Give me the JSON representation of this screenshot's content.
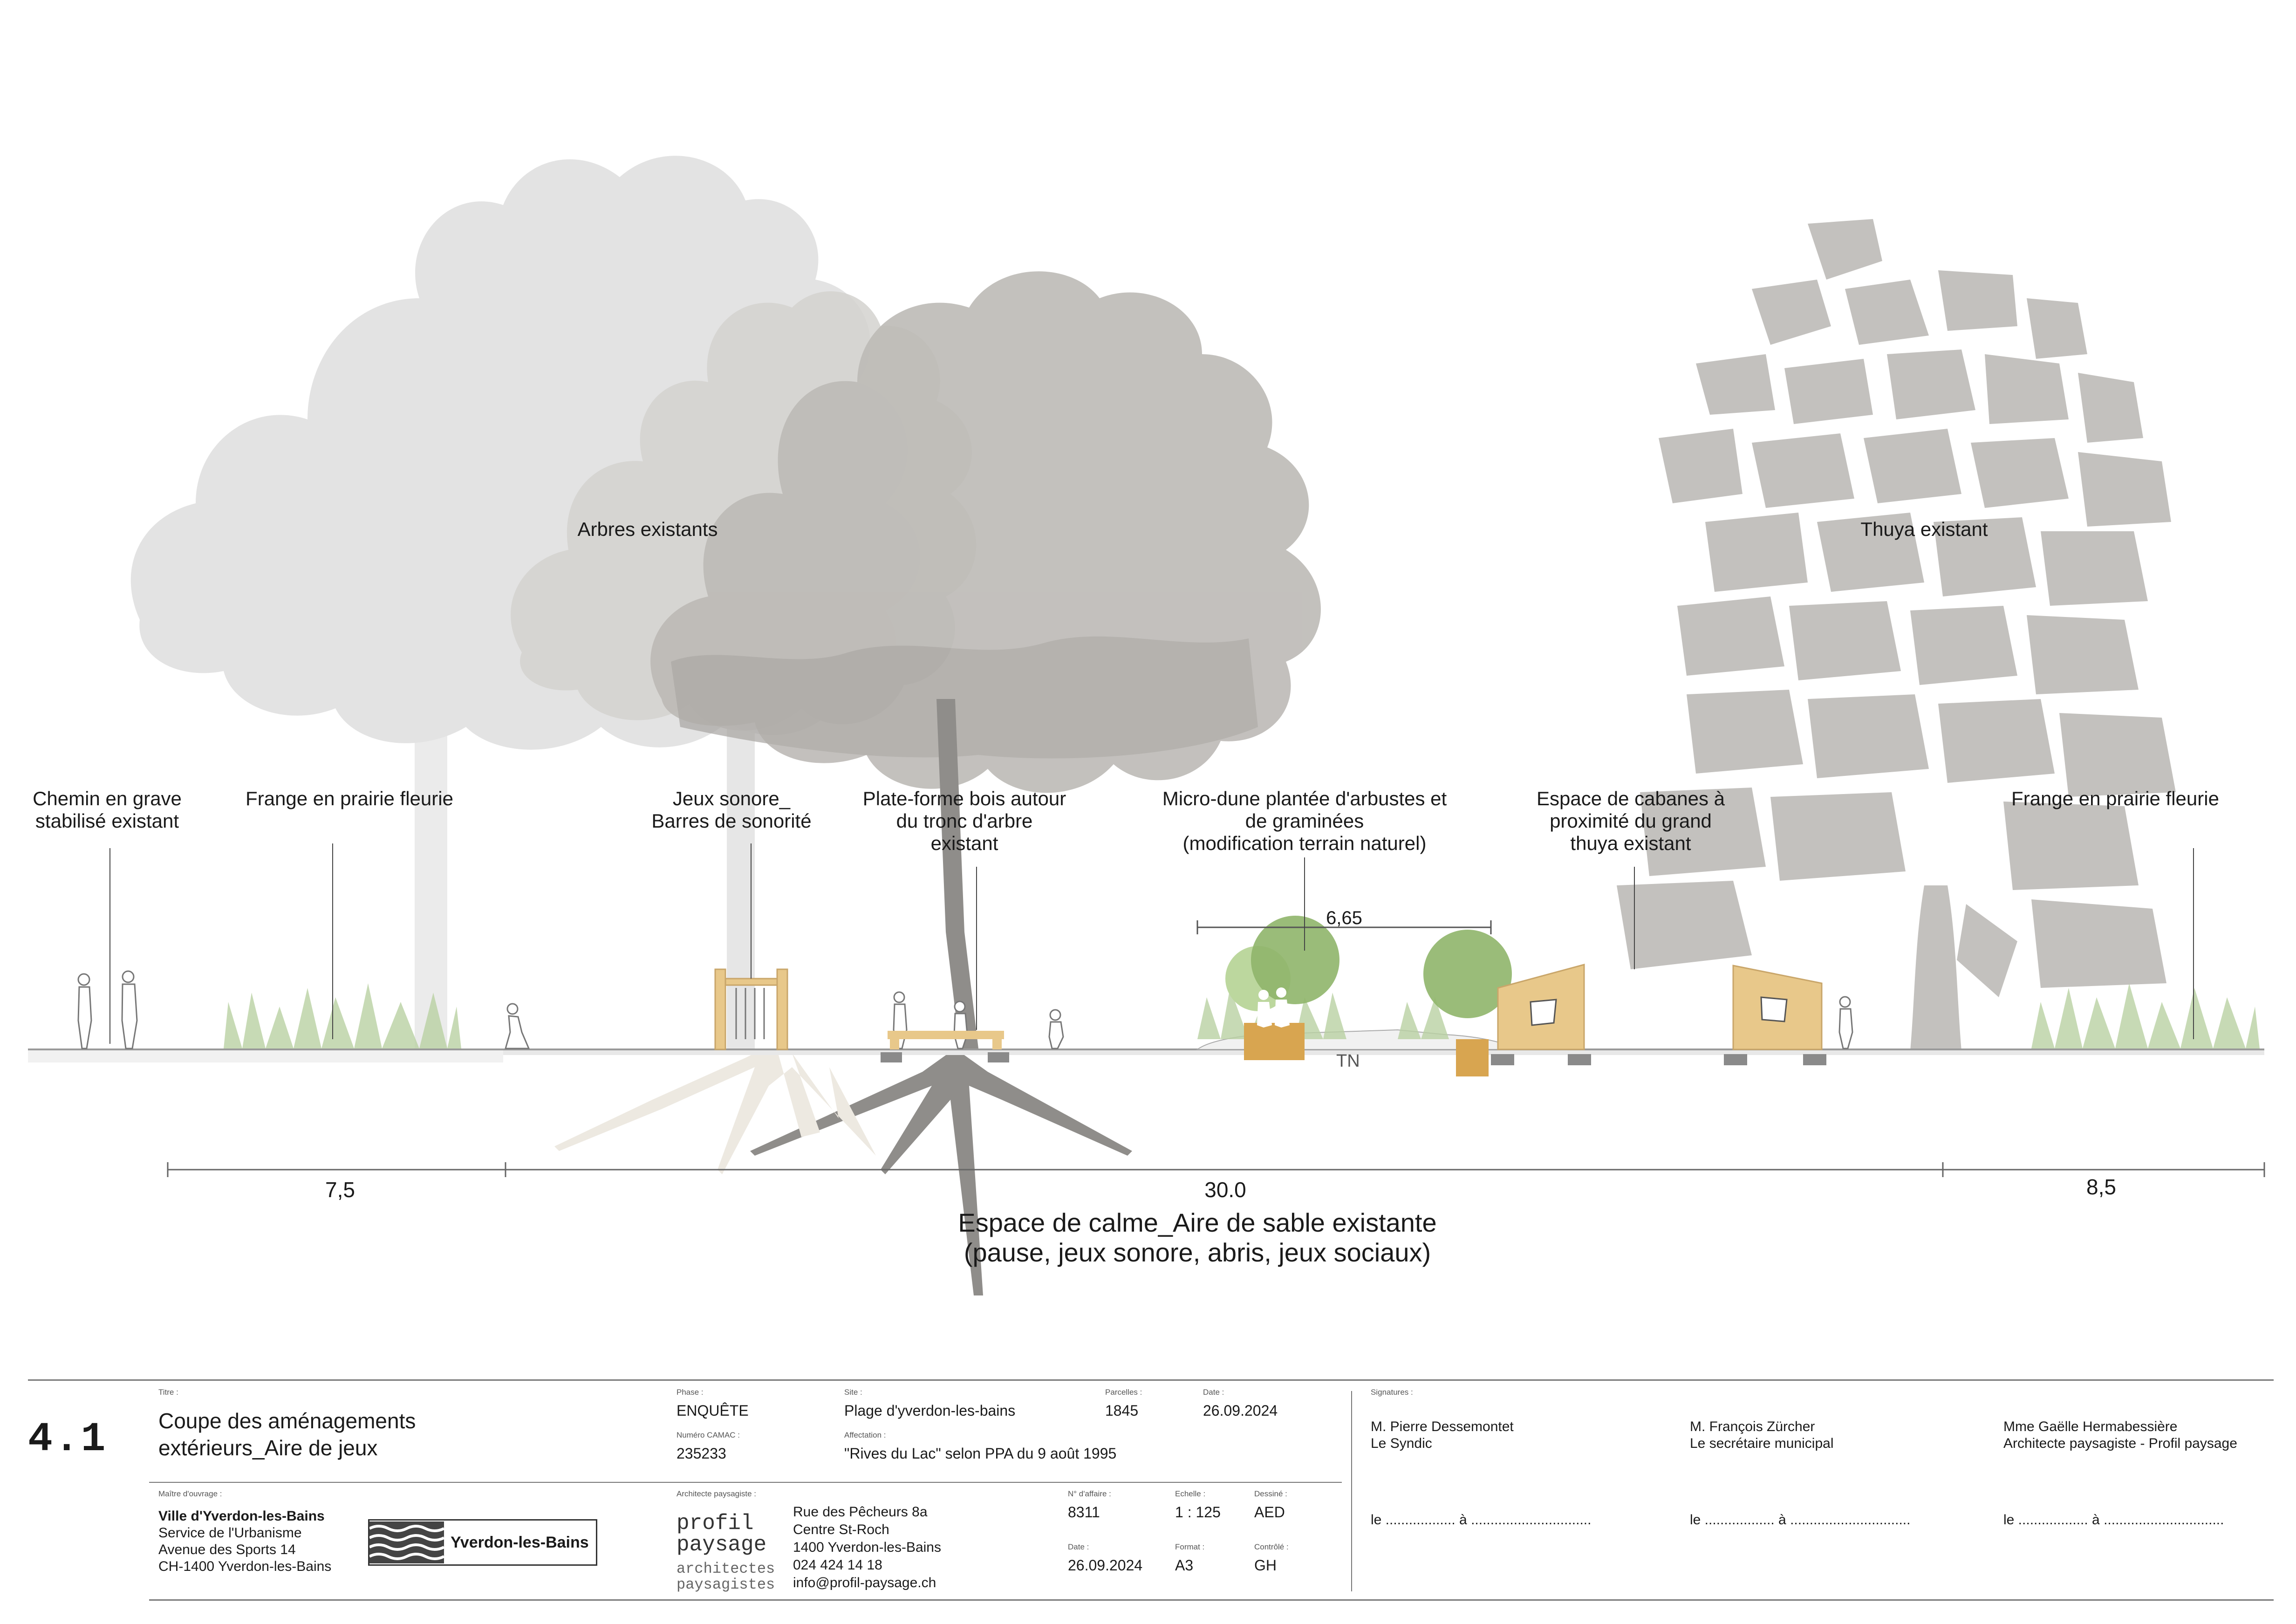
{
  "labels": {
    "arbres": "Arbres existants",
    "thuya": "Thuya existant",
    "chemin": "Chemin en grave\nstabilisé existant",
    "frange_left": "Frange en prairie fleurie",
    "jeux": "Jeux sonore_\nBarres de sonorité",
    "plateforme": "Plate-forme bois autour\ndu tronc d'arbre\nexistant",
    "micro_dune": "Micro-dune plantée d'arbustes et\nde graminées\n(modification terrain naturel)",
    "cabanes": "Espace de cabanes à\nproximité du grand\nthuya existant",
    "frange_right": "Frange en prairie fleurie",
    "tn": "TN",
    "espace_calme": "Espace de calme_Aire de sable existante\n(pause, jeux sonore, abris, jeux sociaux)"
  },
  "dimensions": {
    "left": "7,5",
    "middle": "30.0",
    "right": "8,5",
    "dune": "6,65"
  },
  "title_block": {
    "sheet_number": "4.1",
    "titre_label": "Titre :",
    "titre": "Coupe des aménagements\nextérieurs_Aire de jeux",
    "phase_label": "Phase :",
    "phase": "ENQUÊTE",
    "camac_label": "Numéro CAMAC :",
    "camac": "235233",
    "site_label": "Site :",
    "site": "Plage d'yverdon-les-bains",
    "affectation_label": "Affectation :",
    "affectation": "\"Rives du Lac\" selon PPA du 9 août 1995",
    "parcelles_label": "Parcelles :",
    "parcelles": "1845",
    "date_label": "Date :",
    "date": "26.09.2024",
    "maitre_label": "Maître d'ouvrage :",
    "maitre_name": "Ville d'Yverdon-les-Bains",
    "maitre_address": "Service de l'Urbanisme\nAvenue des Sports 14\nCH-1400 Yverdon-les-Bains",
    "logo_text": "Yverdon-les-Bains",
    "architecte_label": "Architecte paysagiste :",
    "profil_logo": "profil\npaysage",
    "profil_sub": "architectes\npaysagistes",
    "profil_address": "Rue des Pêcheurs 8a\nCentre St-Roch\n1400 Yverdon-les-Bains\n024 424 14 18\ninfo@profil-paysage.ch",
    "affaire_label": "N° d'affaire :",
    "affaire": "8311",
    "echelle_label": "Echelle :",
    "echelle": "1 : 125",
    "dessine_label": "Dessiné :",
    "dessine": "AED",
    "date2_label": "Date :",
    "date2": "26.09.2024",
    "format_label": "Format :",
    "format": "A3",
    "controle_label": "Contrôlé :",
    "controle": "GH",
    "signatures_label": "Signatures :",
    "sig1": "M. Pierre Dessemontet\nLe Syndic",
    "sig2": "M. François Zürcher\nLe secrétaire municipal",
    "sig3": "Mme Gaëlle Hermabessière\nArchitecte paysagiste - Profil paysage",
    "sig_line": "le ..................   à  ..............................."
  },
  "colors": {
    "tree_light": "#d9d9d9",
    "tree_mid": "#bdbab6",
    "tree_dark": "#8f8d8a",
    "thuya": "#c3c1be",
    "grass": "#a9c58f",
    "dune_green": "#8fb56a",
    "wood": "#e8c88a",
    "planter": "#d8a550"
  }
}
